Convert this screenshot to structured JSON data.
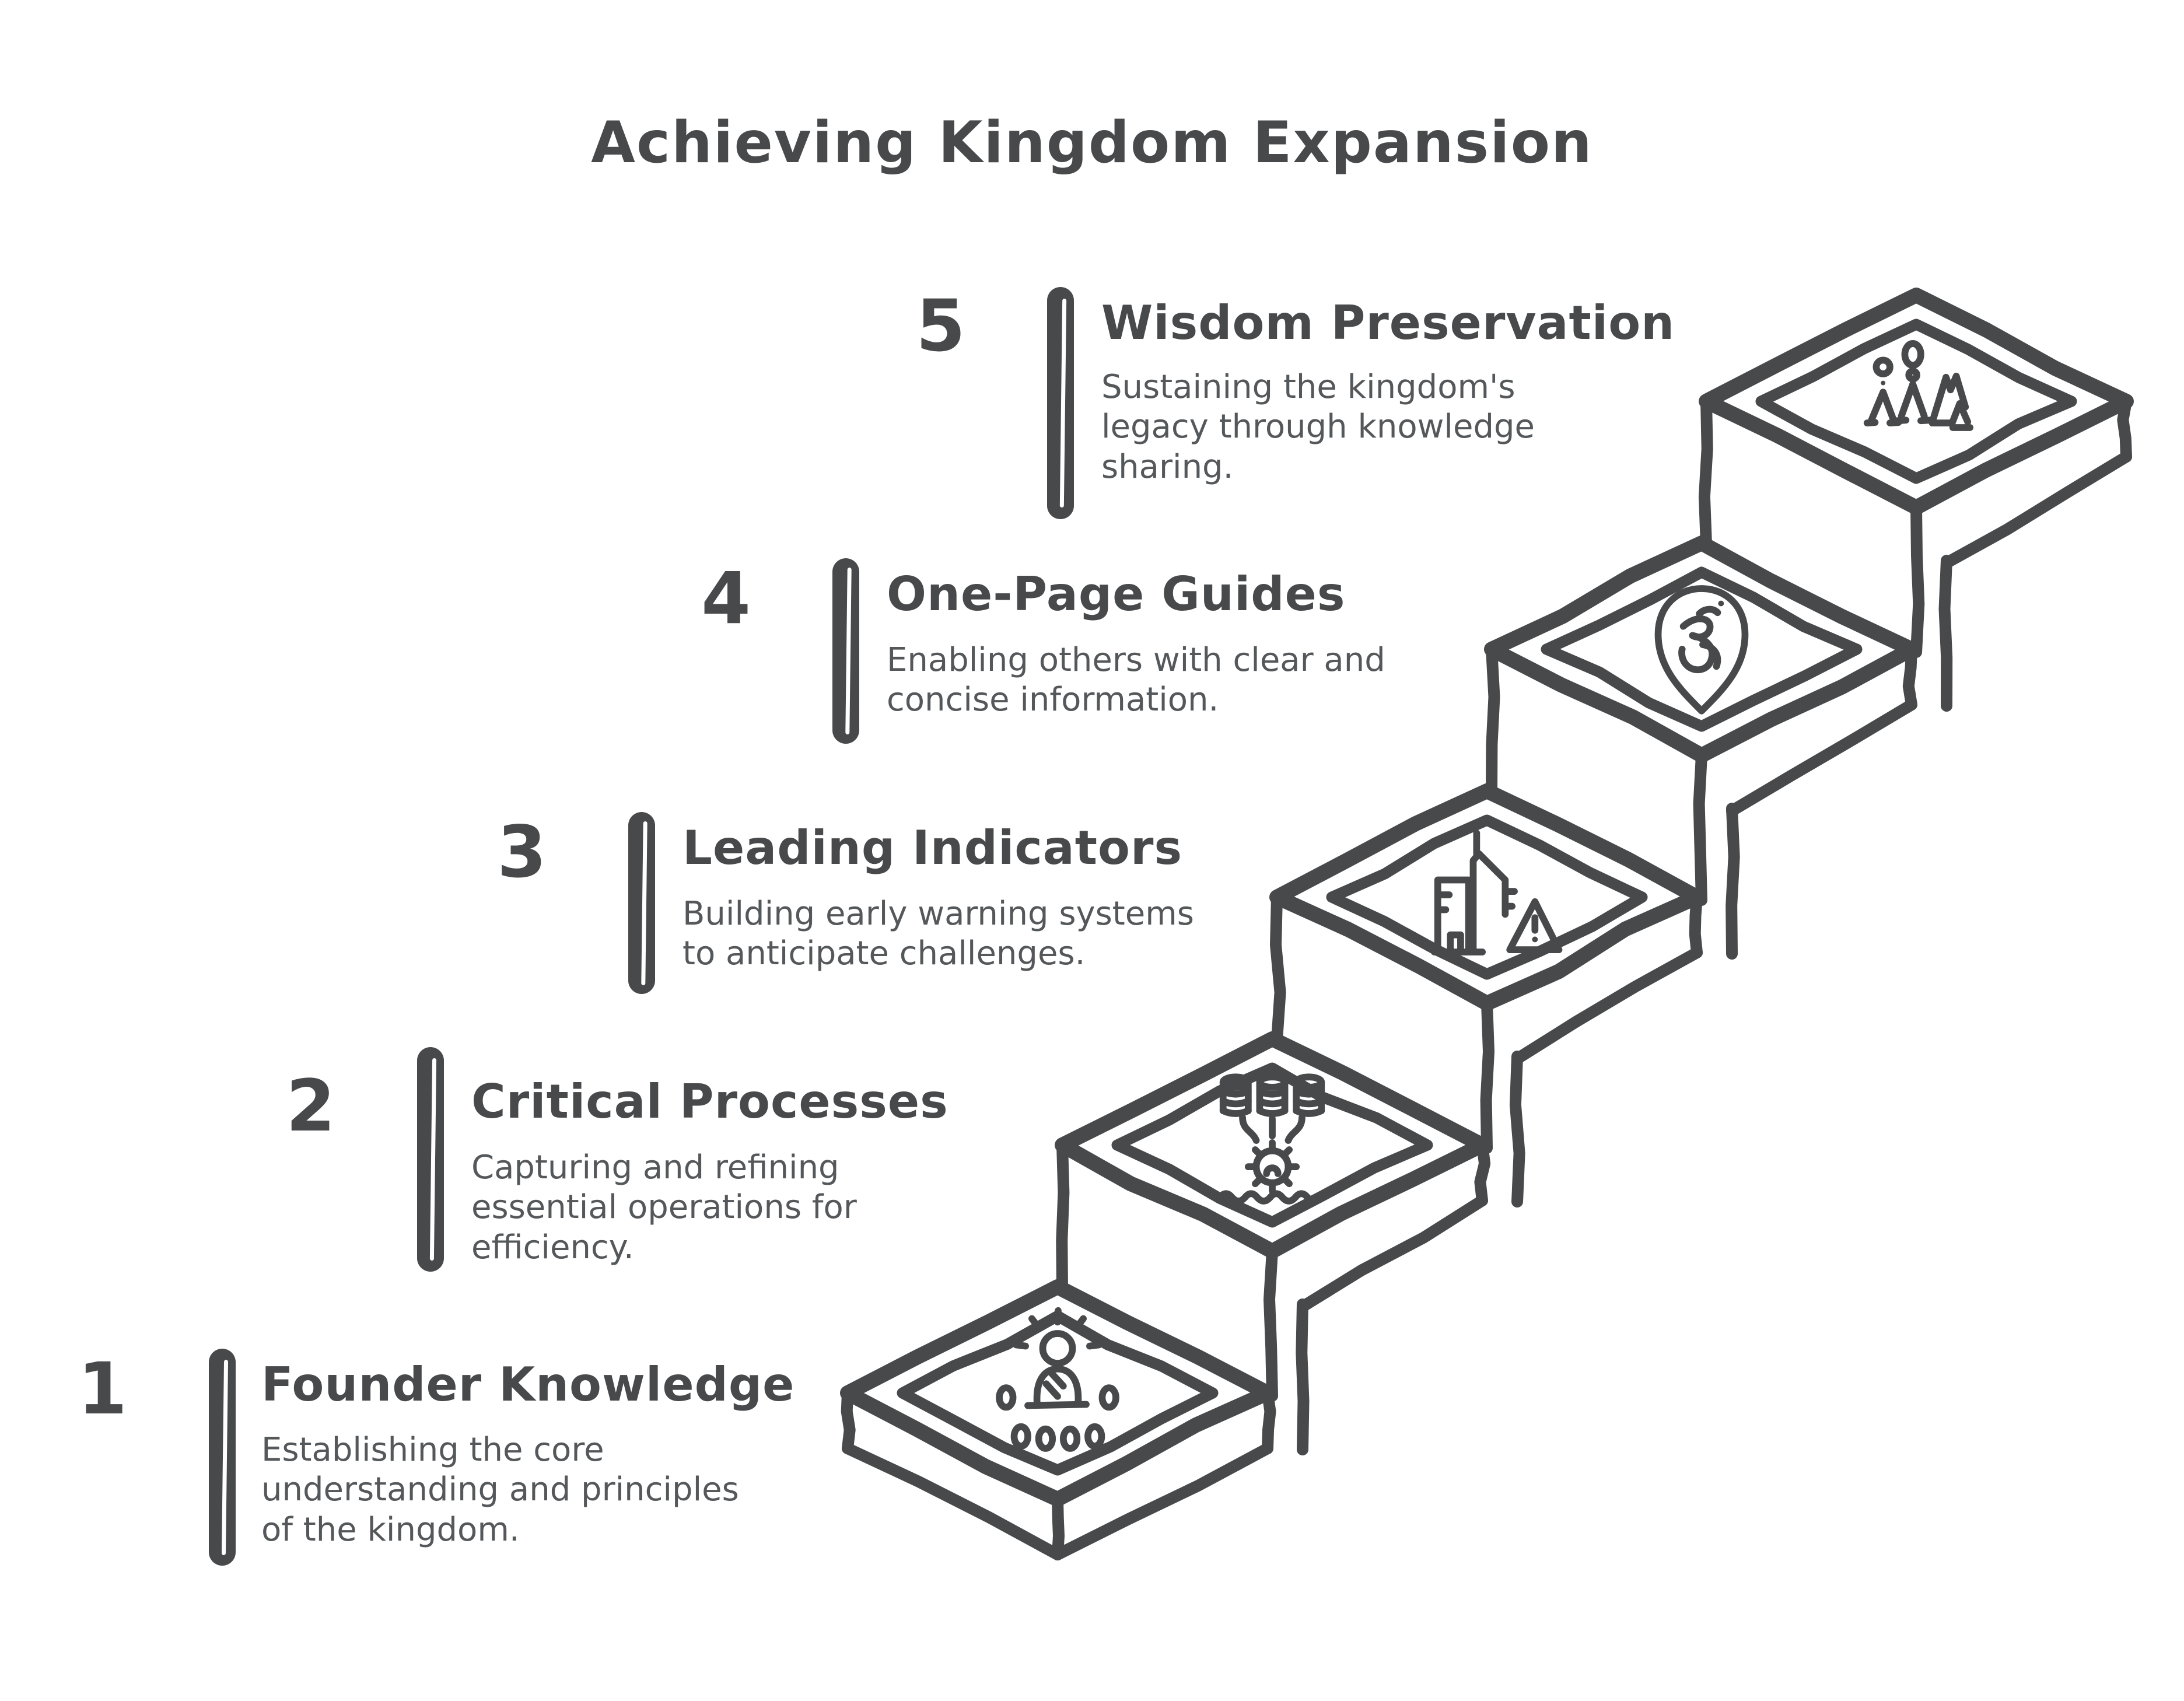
{
  "title": "Achieving Kingdom Expansion",
  "steps": [
    {
      "number": "1",
      "title": "Founder Knowledge",
      "description": "Establishing the core\nunderstanding and principles\nof the kingdom.",
      "icon": "founder-person-icon"
    },
    {
      "number": "2",
      "title": "Critical Processes",
      "description": "Capturing and refining\nessential operations for\nefficiency.",
      "icon": "databases-to-gear-icon"
    },
    {
      "number": "3",
      "title": "Leading Indicators",
      "description": "Building early warning systems\nto anticipate challenges.",
      "icon": "buildings-warning-icon"
    },
    {
      "number": "4",
      "title": "One-Page Guides",
      "description": "Enabling others with clear and\nconcise information.",
      "icon": "om-location-pin-icon"
    },
    {
      "number": "5",
      "title": "Wisdom Preservation",
      "description": "Sustaining the kingdom's\nlegacy through knowledge\nsharing.",
      "icon": "people-landscape-icon"
    }
  ],
  "colors": {
    "ink": "#47494b",
    "text": "#55585a",
    "background": "#ffffff"
  }
}
